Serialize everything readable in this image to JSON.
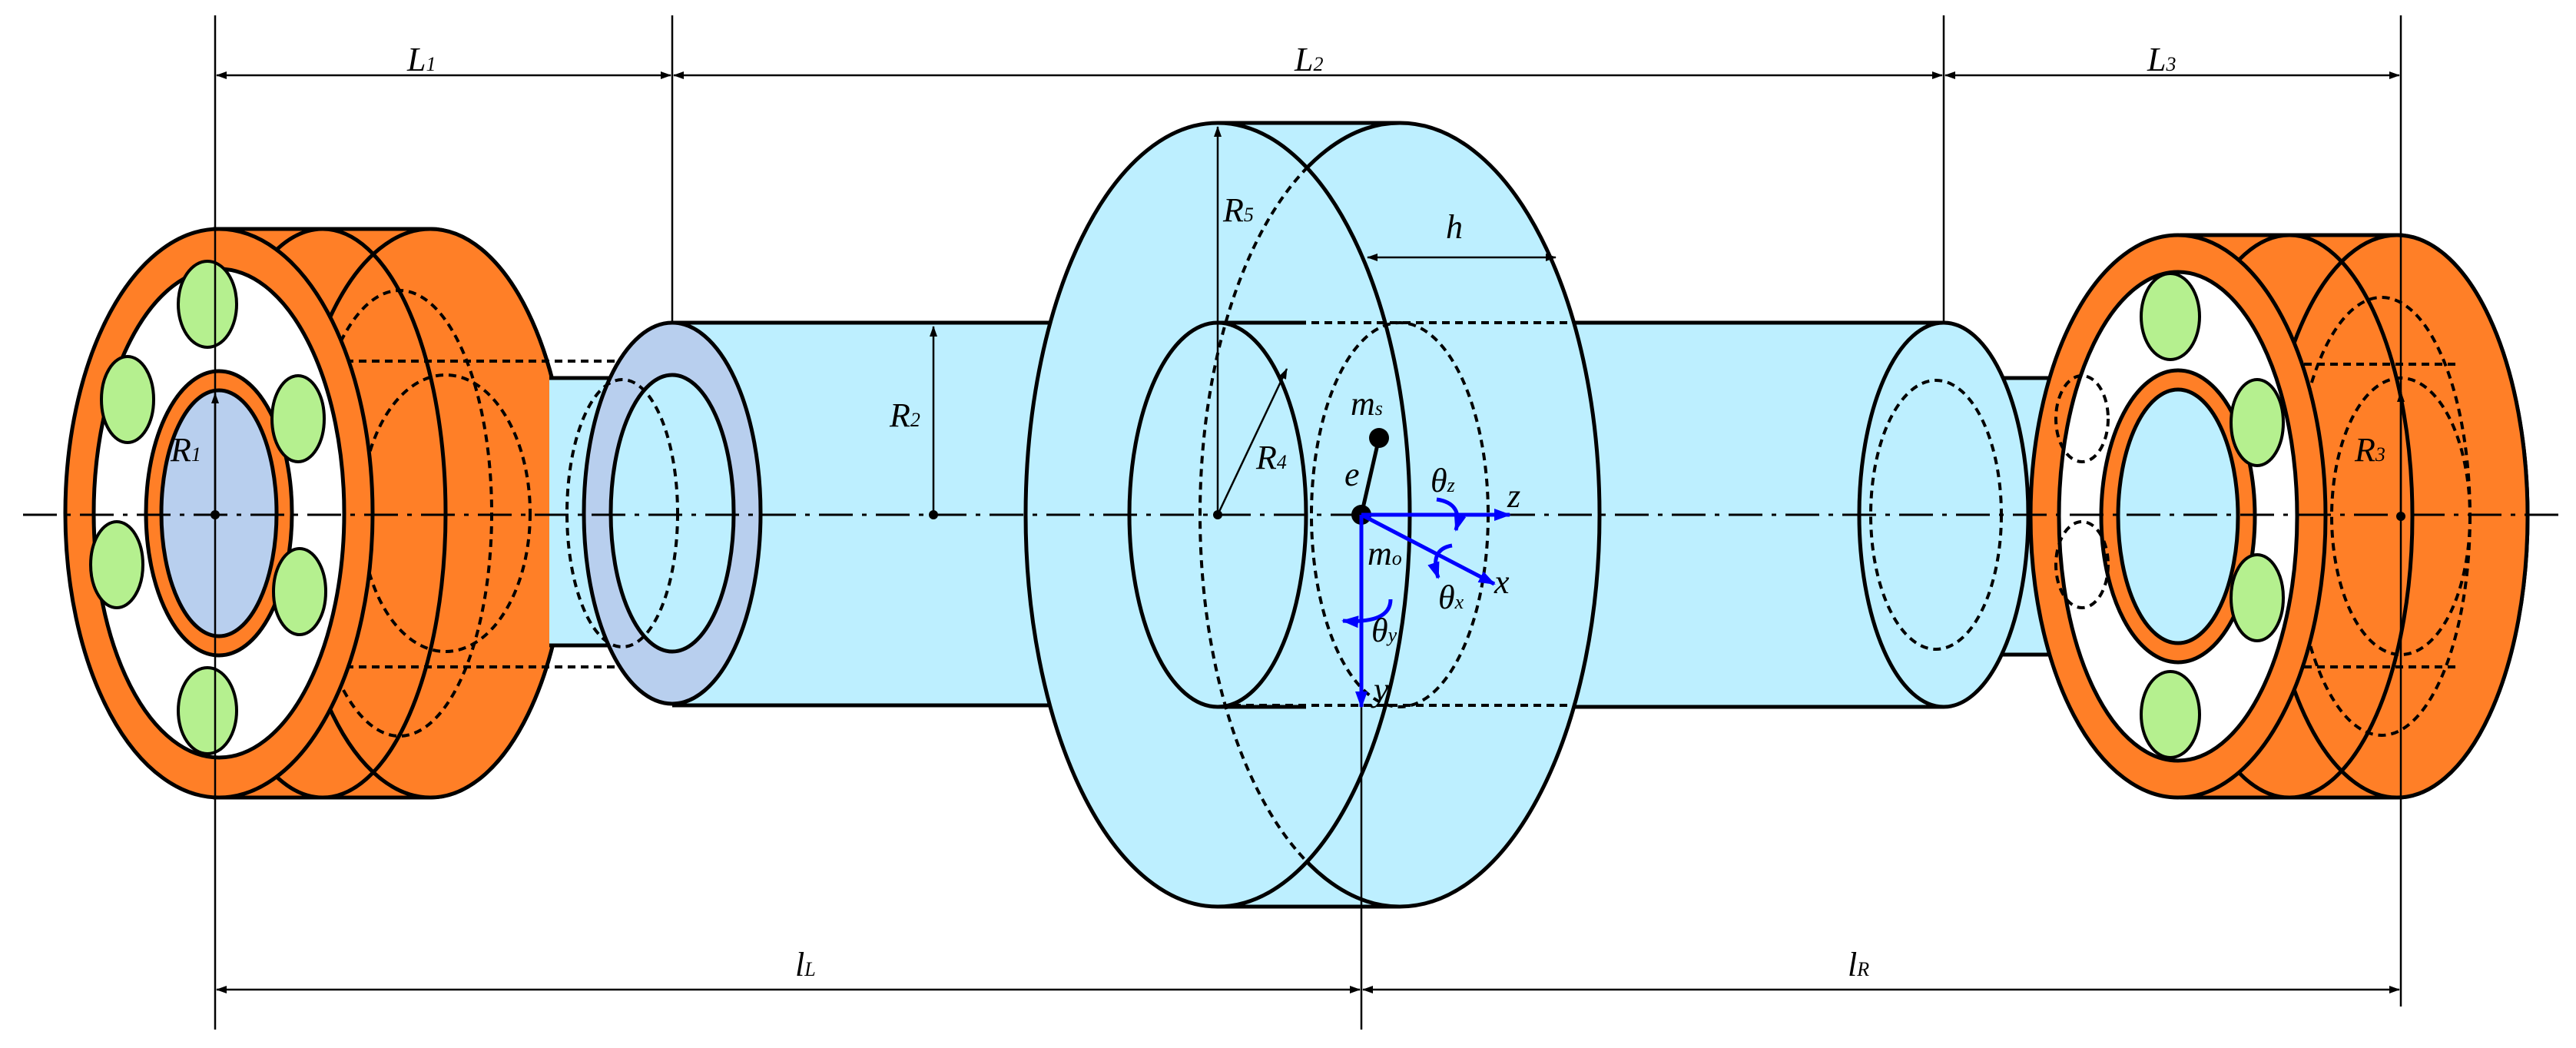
{
  "labels": {
    "L1": "L",
    "L1_sub": "1",
    "L2": "L",
    "L2_sub": "2",
    "L3": "L",
    "L3_sub": "3",
    "lL": "l",
    "lL_sub": "L",
    "lR": "l",
    "lR_sub": "R",
    "R1": "R",
    "R1_sub": "1",
    "R2": "R",
    "R2_sub": "2",
    "R3": "R",
    "R3_sub": "3",
    "R4": "R",
    "R4_sub": "4",
    "R5": "R",
    "R5_sub": "5",
    "h": "h",
    "e": "e",
    "ms": "m",
    "ms_sub": "s",
    "mo": "m",
    "mo_sub": "o",
    "thz": "θ",
    "thz_sub": "z",
    "thx": "θ",
    "thx_sub": "x",
    "thy": "θ",
    "thy_sub": "y",
    "ax_z": "z",
    "ax_x": "x",
    "ax_y": "y"
  },
  "colors": {
    "bearing_orange": "#ff7f27",
    "ball_green": "#b5f08f",
    "shaft_cyan": "#bdefff",
    "shaft_end_blue": "#b8cfee",
    "axis_blue": "#0000ff",
    "stroke": "#000000"
  }
}
